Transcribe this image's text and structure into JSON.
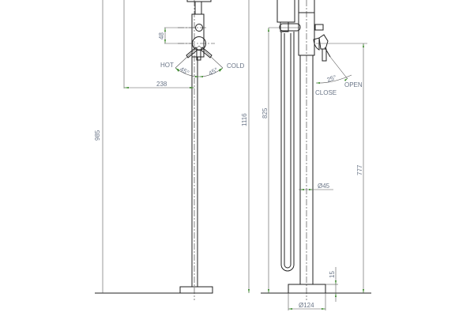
{
  "front_view": {
    "dim_height": "985",
    "dim_reach": "238",
    "dim_spacing": "48",
    "label_hot": "HOT",
    "label_cold": "COLD",
    "angle_hot": "45°",
    "angle_cold": "45°"
  },
  "side_view": {
    "dim_total_height": "1116",
    "dim_hose_height": "825",
    "dim_lever_height": "777",
    "dim_pipe_diameter": "Ø45",
    "dim_base_thickness": "15",
    "dim_base_diameter": "Ø124",
    "angle_lever": "25°",
    "label_open": "OPEN",
    "label_close": "CLOSE"
  },
  "colors": {
    "text": "#6a7587",
    "arrow": "#3a8a2a",
    "line": "#222222"
  }
}
